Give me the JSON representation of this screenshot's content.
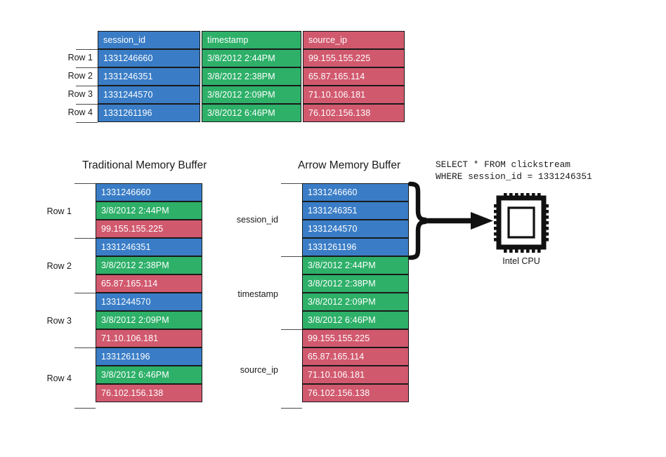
{
  "table": {
    "name": "clickstream-table",
    "columns": [
      "session_id",
      "timestamp",
      "source_ip"
    ],
    "row_labels": [
      "Row 1",
      "Row 2",
      "Row 3",
      "Row 4"
    ],
    "rows": [
      [
        "1331246660",
        "3/8/2012  2:44PM",
        "99.155.155.225"
      ],
      [
        "1331246351",
        "3/8/2012  2:38PM",
        "65.87.165.114"
      ],
      [
        "1331244570",
        "3/8/2012  2:09PM",
        "71.10.106.181"
      ],
      [
        "1331261196",
        "3/8/2012  6:46PM",
        "76.102.156.138"
      ]
    ]
  },
  "traditional": {
    "title": "Traditional Memory Buffer",
    "row_labels": [
      "Row 1",
      "Row 2",
      "Row 3",
      "Row 4"
    ],
    "cells": [
      "1331246660",
      "3/8/2012  2:44PM",
      "99.155.155.225",
      "1331246351",
      "3/8/2012  2:38PM",
      "65.87.165.114",
      "1331244570",
      "3/8/2012  2:09PM",
      "71.10.106.181",
      "1331261196",
      "3/8/2012  6:46PM",
      "76.102.156.138"
    ]
  },
  "arrow": {
    "title": "Arrow Memory Buffer",
    "group_labels": [
      "session_id",
      "timestamp",
      "source_ip"
    ],
    "cells": [
      "1331246660",
      "1331246351",
      "1331244570",
      "1331261196",
      "3/8/2012  2:44PM",
      "3/8/2012  2:38PM",
      "3/8/2012  2:09PM",
      "3/8/2012  6:46PM",
      "99.155.155.225",
      "65.87.165.114",
      "71.10.106.181",
      "76.102.156.138"
    ]
  },
  "query": {
    "line1": "SELECT * FROM clickstream",
    "line2": "WHERE session_id = 1331246351"
  },
  "cpu": {
    "label": "Intel CPU",
    "icon": "cpu-chip-icon"
  },
  "colors": {
    "blue": "#3a7dc6",
    "green": "#2eb069",
    "red": "#d1596e",
    "ink": "#1a1a1a",
    "rule": "#4a4a4a"
  }
}
